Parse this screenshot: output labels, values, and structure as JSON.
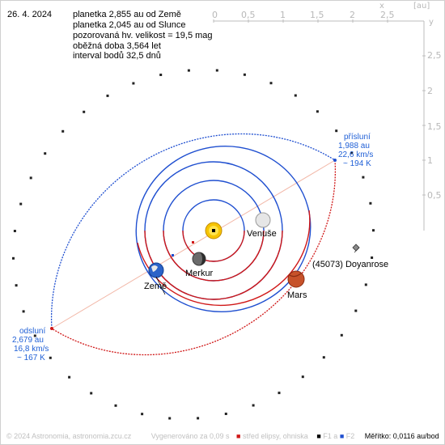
{
  "header": {
    "date": "26. 4. 2024",
    "info_lines": [
      "planetka 2,855 au od Země",
      "planetka 2,045 au od Slunce",
      "pozorovaná hv. velikost = 19,5 mag",
      "oběžná doba 3,564 let",
      "interval bodů 32,5 dnů"
    ]
  },
  "axes": {
    "unit": "[au]",
    "x_name": "x",
    "y_name": "y",
    "x_ticks": [
      "0",
      "0,5",
      "1",
      "1,5",
      "2",
      "2,5"
    ],
    "y_ticks": [
      "2,5",
      "2",
      "1,5",
      "1",
      "0,5"
    ]
  },
  "bodies": {
    "sun": "",
    "mercury": "Merkur",
    "venus": "Venuše",
    "earth": "Země",
    "mars": "Mars",
    "asteroid": "(45073) Doyanrose"
  },
  "perihelion": {
    "lines": [
      "přísluní",
      "1,988 au",
      "22,6 km/s",
      "~ 194 K"
    ]
  },
  "aphelion": {
    "lines": [
      "odsluní",
      "2,679 au",
      "16,8 km/s",
      "~ 167 K"
    ]
  },
  "footer": {
    "copyright": "© 2024 Astronomia, astronomia.zcu.cz",
    "generated": "Vygenerováno za 0,09 s",
    "legend_center": "střed elipsy, ohniska",
    "legend_f1": "F1 a",
    "legend_f2": "F2",
    "scale": "Měřítko: 0,0116 au/bod"
  },
  "colors": {
    "orbit_above": "#d01818",
    "orbit_below": "#1f4fd0",
    "asteroid_orbit": "#444444",
    "apsis_line": "#f2b8a8",
    "labels_blue": "#1f5fd6"
  }
}
